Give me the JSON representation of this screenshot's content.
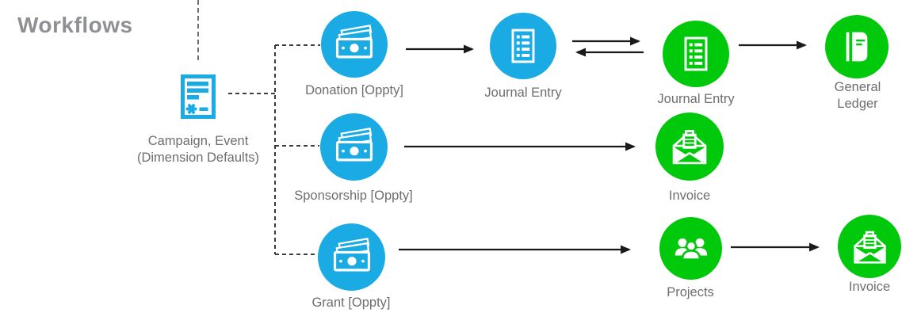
{
  "title": "Workflows",
  "colors": {
    "node_blue": "#1AABE4",
    "node_green": "#00C80A",
    "label_gray": "#6D6E71",
    "title_gray": "#8E9093",
    "arrow_black": "#1A1A1A",
    "dash_gray": "#6E6F72"
  },
  "source_node": {
    "id": "campaign-event",
    "icon": "campaign-document-icon",
    "label_line1": "Campaign, Event",
    "label_line2": "(Dimension Defaults)"
  },
  "nodes": [
    {
      "id": "donation-oppty",
      "label": "Donation [Oppty]",
      "icon": "money-icon",
      "color": "#1AABE4"
    },
    {
      "id": "journal-entry-blue",
      "label": "Journal Entry",
      "icon": "journal-list-icon",
      "color": "#1AABE4"
    },
    {
      "id": "journal-entry-green",
      "label": "Journal Entry",
      "icon": "journal-list-icon",
      "color": "#00C80A"
    },
    {
      "id": "general-ledger",
      "label": "General Ledger",
      "icon": "ledger-book-icon",
      "color": "#00C80A"
    },
    {
      "id": "sponsorship-oppty",
      "label": "Sponsorship [Oppty]",
      "icon": "money-icon",
      "color": "#1AABE4"
    },
    {
      "id": "invoice-sponsorship",
      "label": "Invoice",
      "icon": "invoice-envelope-icon",
      "color": "#00C80A"
    },
    {
      "id": "grant-oppty",
      "label": "Grant [Oppty]",
      "icon": "money-icon",
      "color": "#1AABE4"
    },
    {
      "id": "projects",
      "label": "Projects",
      "icon": "people-group-icon",
      "color": "#00C80A"
    },
    {
      "id": "invoice-grant",
      "label": "Invoice",
      "icon": "invoice-envelope-icon",
      "color": "#00C80A"
    }
  ],
  "edges": [
    {
      "from": "campaign-event",
      "to": "donation-oppty",
      "style": "dashed"
    },
    {
      "from": "campaign-event",
      "to": "sponsorship-oppty",
      "style": "dashed"
    },
    {
      "from": "campaign-event",
      "to": "grant-oppty",
      "style": "dashed"
    },
    {
      "from": "top-edge",
      "to": "campaign-event",
      "style": "dashed"
    },
    {
      "from": "donation-oppty",
      "to": "journal-entry-blue",
      "style": "arrow"
    },
    {
      "from": "journal-entry-blue",
      "to": "journal-entry-green",
      "style": "arrow"
    },
    {
      "from": "journal-entry-green",
      "to": "journal-entry-blue",
      "style": "arrow"
    },
    {
      "from": "journal-entry-green",
      "to": "general-ledger",
      "style": "arrow"
    },
    {
      "from": "sponsorship-oppty",
      "to": "invoice-sponsorship",
      "style": "arrow"
    },
    {
      "from": "grant-oppty",
      "to": "projects",
      "style": "arrow"
    },
    {
      "from": "projects",
      "to": "invoice-grant",
      "style": "arrow"
    }
  ]
}
